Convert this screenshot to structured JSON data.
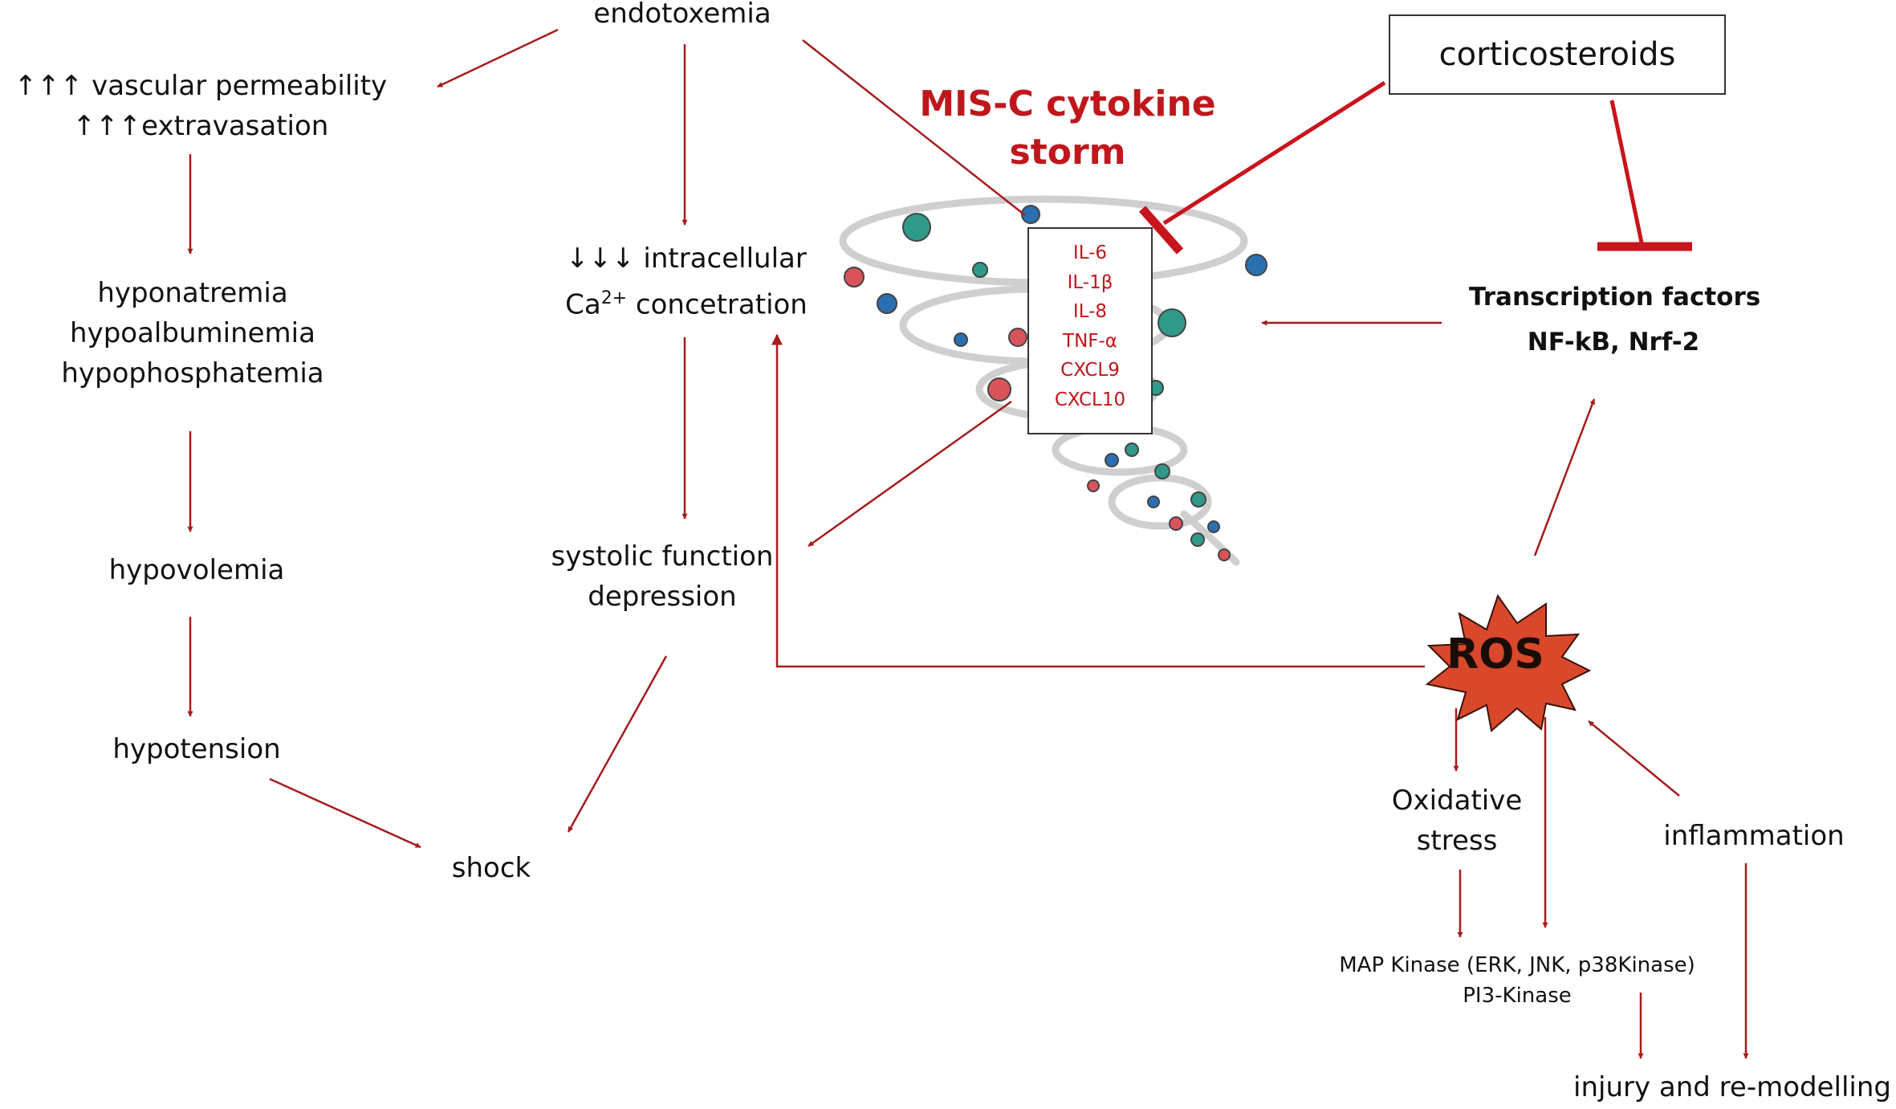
{
  "title": [
    "MIS-C cytokine",
    "storm"
  ],
  "cytokines": [
    "IL-6",
    "IL-1β",
    "IL-8",
    "TNF-α",
    "CXCL9",
    "CXCL10"
  ],
  "corticosteroids": "corticosteroids",
  "transcription": [
    "Transcription factors",
    "NF-kB, Nrf-2"
  ],
  "ros": "ROS",
  "nodes": {
    "endotoxemia": "endotoxemia",
    "vascular": [
      "↑↑↑ vascular permeability",
      "↑↑↑extravasation"
    ],
    "electrolytes": [
      "hyponatremia",
      "hypoalbuminemia",
      "hypophosphatemia"
    ],
    "hypovolemia": "hypovolemia",
    "hypotension": "hypotension",
    "shock": "shock",
    "calcium": {
      "line1": "↓↓↓ intracellular",
      "line2_pre": "Ca",
      "line2_sup": "2+",
      "line2_post": " concetration"
    },
    "systolic": [
      "systolic function",
      "depression"
    ],
    "oxidative": [
      "Oxidative",
      "stress"
    ],
    "inflammation": "inflammation",
    "kinase": [
      "MAP Kinase (ERK, JNK, p38Kinase)",
      "PI3-Kinase"
    ],
    "injury": "injury and re-modelling"
  },
  "colors": {
    "arrow": "#a51c1c",
    "inhibitor": "#c8141c",
    "title": "#c0171c",
    "ros_fill": "#d9482b",
    "teal": "#2f9a89",
    "blue": "#2a6fb0",
    "red_dot": "#d9545a"
  }
}
